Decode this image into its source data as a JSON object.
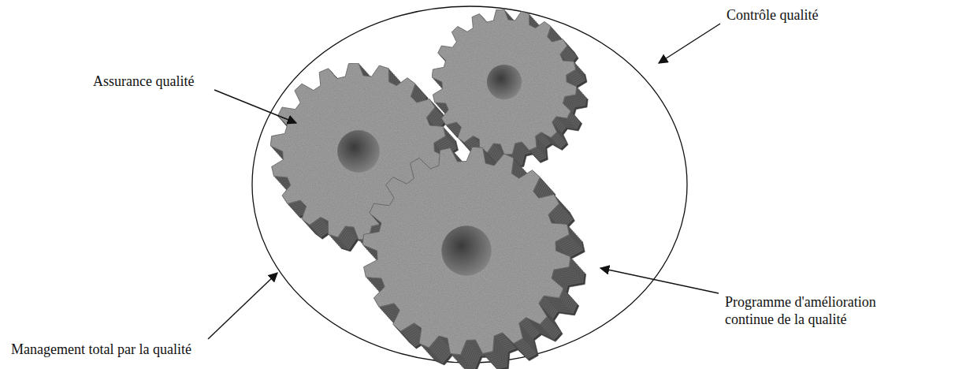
{
  "diagram": {
    "labels": [
      "Contrôle qualité",
      "Assurance qualité",
      "Programme d'amélioration continue de la qualité",
      "Management total par la qualité"
    ]
  }
}
